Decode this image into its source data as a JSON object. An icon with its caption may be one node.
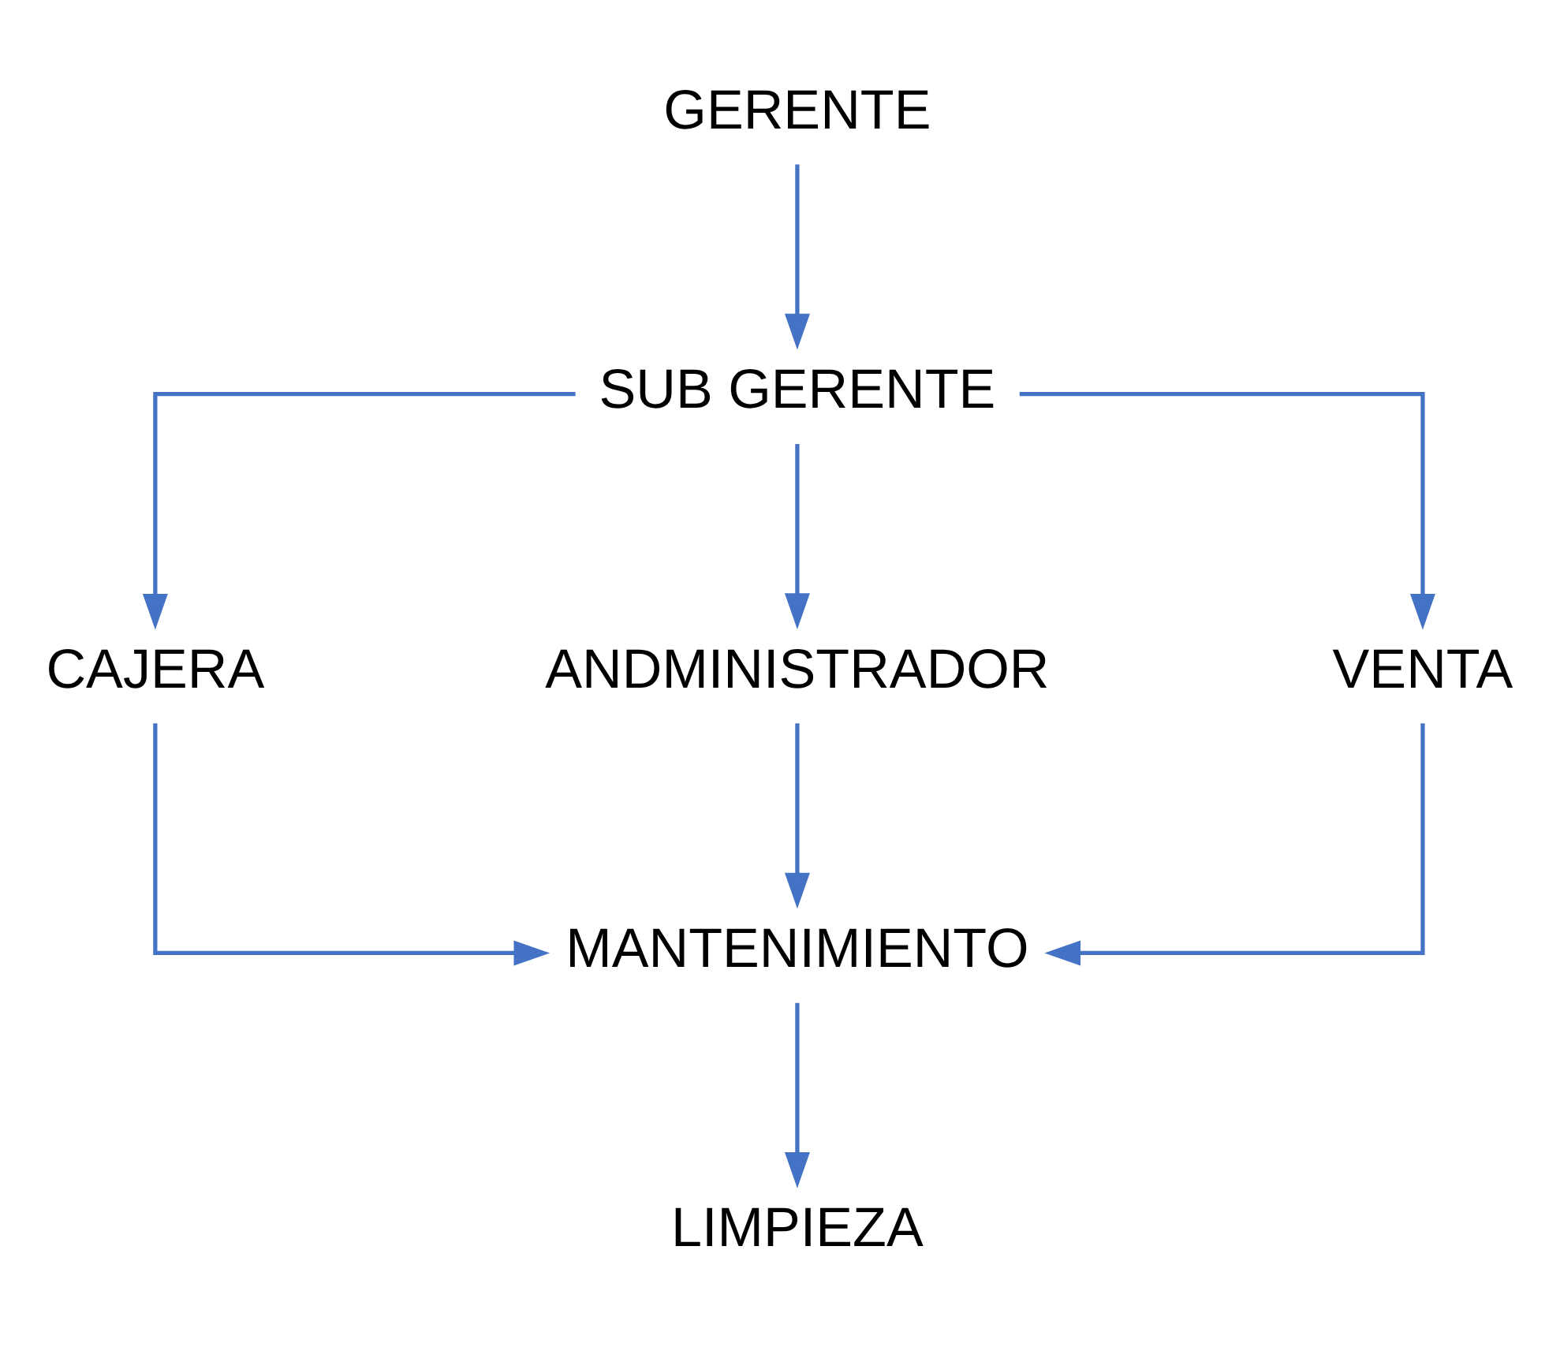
{
  "diagram": {
    "nodes": [
      {
        "text": [
          "GERENTE"
        ]
      },
      {
        "text": [
          "SUB GERENTE"
        ]
      },
      {
        "text": [
          "CAJERA"
        ]
      },
      {
        "text": [
          "ANDMINISTRADOR"
        ]
      },
      {
        "text": [
          "VENTA"
        ]
      },
      {
        "text": [
          "MANTENIMIENTO"
        ]
      },
      {
        "text": [
          "LIMPIEZA"
        ]
      }
    ],
    "edges": [
      {
        "from": 0,
        "to": 1,
        "arrow": "to",
        "color": "#4472c4"
      },
      {
        "from": 1,
        "to": 2,
        "arrow": "to",
        "color": "#4472c4"
      },
      {
        "from": 1,
        "to": 3,
        "arrow": "to",
        "color": "#4472c4"
      },
      {
        "from": 1,
        "to": 4,
        "arrow": "to",
        "color": "#4472c4"
      },
      {
        "from": 2,
        "to": 5,
        "arrow": "to",
        "color": "#4472c4"
      },
      {
        "from": 3,
        "to": 5,
        "arrow": "to",
        "color": "#4472c4"
      },
      {
        "from": 4,
        "to": 5,
        "arrow": "to",
        "color": "#4472c4"
      },
      {
        "from": 5,
        "to": 6,
        "arrow": "to",
        "color": "#4472c4"
      }
    ]
  }
}
